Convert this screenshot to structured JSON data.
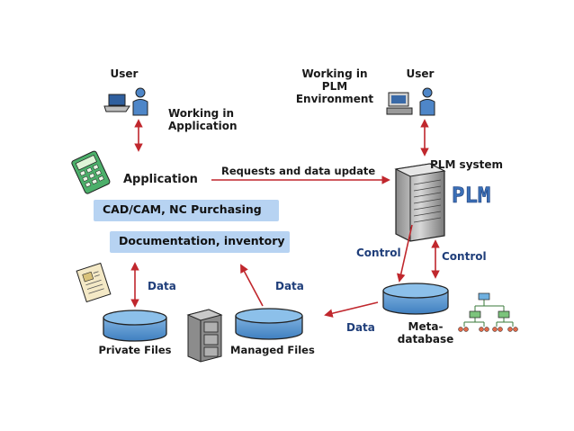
{
  "labels": {
    "user_left": "User",
    "working_app_line1": "Working in",
    "working_app_line2": "Application",
    "working_plm_line1": "Working in",
    "working_plm_line2": "PLM",
    "working_plm_line3": "Environment",
    "user_right": "User",
    "application": "Application",
    "requests": "Requests and data update",
    "plm_system": "PLM system",
    "plm_logo": "PLM",
    "cad": "CAD/CAM, NC Purchasing",
    "docs": "Documentation, inventory",
    "control_left": "Control",
    "control_right": "Control",
    "data_left": "Data",
    "data_mid": "Data",
    "data_right": "Data",
    "private_files": "Private Files",
    "managed_files": "Managed Files",
    "meta_line1": "Meta-",
    "meta_line2": "database"
  },
  "colors": {
    "arrow": "#c0272d",
    "band": "#b7d3f2",
    "cylinder": "#5e9bd3",
    "plm_logo": "#3b6fb6"
  }
}
